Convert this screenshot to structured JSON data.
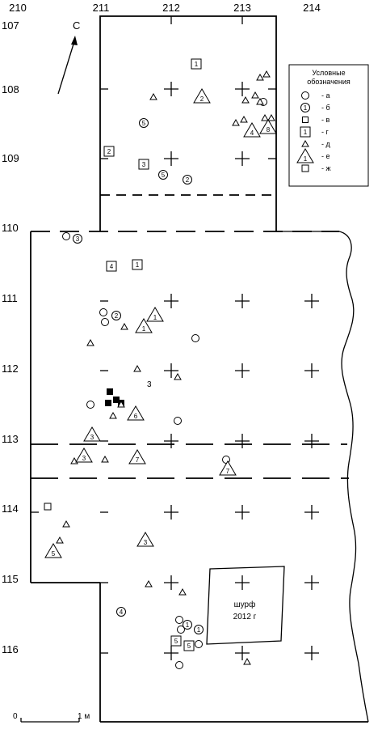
{
  "columns": [
    "210",
    "211",
    "212",
    "213",
    "214"
  ],
  "rows": [
    "107",
    "108",
    "109",
    "110",
    "111",
    "112",
    "113",
    "114",
    "115",
    "116"
  ],
  "north_label": "С",
  "legend": {
    "title": "Условные обозначения",
    "items": [
      {
        "key": "а",
        "symbol": "circle"
      },
      {
        "key": "б",
        "symbol": "circle-numbered",
        "number": "1"
      },
      {
        "key": "в",
        "symbol": "filled-square"
      },
      {
        "key": "г",
        "symbol": "square-numbered",
        "number": "1"
      },
      {
        "key": "д",
        "symbol": "triangle"
      },
      {
        "key": "е",
        "symbol": "triangle-numbered",
        "number": "1"
      },
      {
        "key": "ж",
        "symbol": "square"
      }
    ]
  },
  "shurf_label": {
    "line1": "шурф",
    "line2": "2012 г"
  },
  "scale": {
    "start": "0",
    "end": "1 м"
  },
  "stray_label": "3",
  "finds": {
    "circles": [
      [
        82,
        292
      ],
      [
        128,
        386
      ],
      [
        130,
        398
      ],
      [
        242,
        418
      ],
      [
        112,
        500
      ],
      [
        220,
        520
      ],
      [
        280,
        568
      ],
      [
        222,
        766
      ],
      [
        224,
        778
      ],
      [
        246,
        796
      ],
      [
        222,
        822
      ],
      [
        326,
        126
      ]
    ],
    "circles_numbered": [
      {
        "n": "5",
        "p": [
          178,
          152
        ]
      },
      {
        "n": "5",
        "p": [
          202,
          216
        ]
      },
      {
        "n": "2",
        "p": [
          232,
          222
        ]
      },
      {
        "n": "3",
        "p": [
          96,
          295
        ]
      },
      {
        "n": "2",
        "p": [
          144,
          390
        ]
      },
      {
        "n": "4",
        "p": [
          150,
          756
        ]
      },
      {
        "n": "1",
        "p": [
          232,
          772
        ]
      },
      {
        "n": "1",
        "p": [
          246,
          778
        ]
      }
    ],
    "filled_squares": [
      [
        136,
        484
      ],
      [
        144,
        494
      ],
      [
        134,
        498
      ],
      [
        150,
        498
      ]
    ],
    "squares_numbered": [
      {
        "n": "1",
        "p": [
          243,
          79
        ]
      },
      {
        "n": "2",
        "p": [
          135,
          187
        ]
      },
      {
        "n": "3",
        "p": [
          178,
          203
        ]
      },
      {
        "n": "4",
        "p": [
          138,
          329
        ]
      },
      {
        "n": "1",
        "p": [
          170,
          327
        ]
      },
      {
        "n": "5",
        "p": [
          218,
          792
        ]
      },
      {
        "n": "5",
        "p": [
          234,
          798
        ]
      }
    ],
    "squares": [
      [
        59,
        626
      ]
    ],
    "triangles": [
      [
        190,
        120
      ],
      [
        304,
        124
      ],
      [
        316,
        118
      ],
      [
        322,
        96
      ],
      [
        330,
        92
      ],
      [
        322,
        126
      ],
      [
        292,
        152
      ],
      [
        302,
        148
      ],
      [
        328,
        146
      ],
      [
        336,
        146
      ],
      [
        112,
        424
      ],
      [
        154,
        404
      ],
      [
        170,
        456
      ],
      [
        220,
        466
      ],
      [
        150,
        500
      ],
      [
        140,
        514
      ],
      [
        130,
        568
      ],
      [
        92,
        570
      ],
      [
        82,
        648
      ],
      [
        74,
        668
      ],
      [
        184,
        722
      ],
      [
        226,
        732
      ],
      [
        306,
        818
      ]
    ],
    "triangles_numbered": [
      {
        "n": "2",
        "p": [
          250,
          120
        ]
      },
      {
        "n": "4",
        "p": [
          312,
          162
        ]
      },
      {
        "n": "8",
        "p": [
          332,
          158
        ]
      },
      {
        "n": "1",
        "p": [
          192,
          390
        ]
      },
      {
        "n": "1",
        "p": [
          178,
          404
        ]
      },
      {
        "n": "6",
        "p": [
          168,
          512
        ]
      },
      {
        "n": "3",
        "p": [
          114,
          538
        ]
      },
      {
        "n": "3",
        "p": [
          104,
          564
        ]
      },
      {
        "n": "7",
        "p": [
          170,
          566
        ]
      },
      {
        "n": "7",
        "p": [
          282,
          580
        ]
      },
      {
        "n": "3",
        "p": [
          180,
          668
        ]
      },
      {
        "n": "5",
        "p": [
          66,
          682
        ]
      }
    ]
  }
}
